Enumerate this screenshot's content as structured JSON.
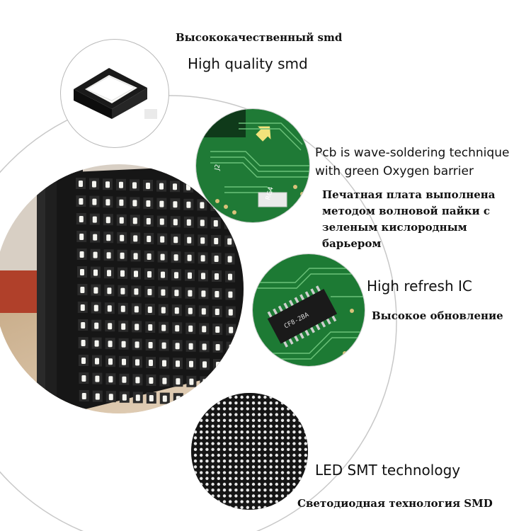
{
  "features": [
    {
      "ru": "Высококачественный smd",
      "en": "High quality smd"
    },
    {
      "en": "Pcb is wave-soldering technique with green Oxygen barrier",
      "ru": "Печатная плата выполнена методом волновой пайки с зеленым кислородным барьером"
    },
    {
      "en": "High refresh IC",
      "ru": "Высокое обновление"
    },
    {
      "en": "LED SMT technology",
      "ru": "Светодиодная технология SMD"
    }
  ],
  "pcb_marks": {
    "rg": "RG4",
    "j": "J2",
    "ic_marking": "CF8-2BA"
  }
}
